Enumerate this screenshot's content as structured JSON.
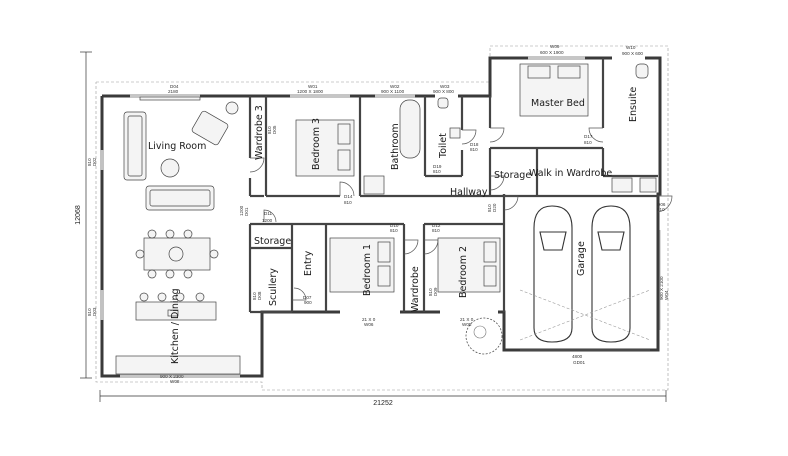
{
  "rooms": {
    "living": "Living Room",
    "kitchen": "Kitchen / Dining",
    "wardrobe3": "Wardrobe 3",
    "bedroom3": "Bedroom 3",
    "bathroom": "Bathroom",
    "toilet": "Toilet",
    "master": "Master Bed",
    "ensuite": "Ensuite",
    "storage_hall": "Storage",
    "wiw": "Walk in Wardrobe",
    "hallway": "Hallway",
    "storage": "Storage",
    "scullery": "Scullery",
    "entry": "Entry",
    "bedroom1": "Bedroom 1",
    "wardrobe_a": "Wardrobe",
    "bedroom2": "Bedroom 2",
    "garage": "Garage"
  },
  "dimensions": {
    "overall_width": "21252",
    "overall_depth": "12068",
    "garage_door_width": "4800",
    "garage_door_code": "GD01"
  },
  "tags": {
    "d04": "D04",
    "d04_size": "2180",
    "w01": "W01",
    "w01_size": "1200 X 1800",
    "w02": "W02",
    "w02_size": "900 X 1100",
    "w03": "W03",
    "w03_size": "900 X 800",
    "w09": "W09",
    "w09_size": "600 X 1900",
    "w10": "W10",
    "w10_size": "900 X 600",
    "w08": "W08",
    "w08_size": "900 X 2300",
    "w06": "W06",
    "w06_size": "21 X 0",
    "w05": "W05",
    "w05_size": "21 X 0",
    "d01": "D01",
    "d01_size": "1200",
    "d07": "D07",
    "d07_size": "900",
    "d10": "D10",
    "d10_size": "810",
    "d12": "D12",
    "d12_size": "810",
    "d14": "D14",
    "d14_size": "810",
    "d17": "D17",
    "d17_size": "810",
    "d18": "D18",
    "d18_size": "810",
    "d19": "D19",
    "d19_size": "810",
    "d20": "D20",
    "d20_size": "810",
    "d03": "D03",
    "d03_size": "810",
    "d06": "D06",
    "d06_size": "810",
    "d05": "D05",
    "d05_size": "810",
    "d02": "D02",
    "d02_size": "810",
    "d11": "D11",
    "d11_size": "1200",
    "d09": "D09",
    "d09_size": "810",
    "d08": "D08",
    "d08_size": "810",
    "w04": "W04",
    "w04_size": "900 X 2100"
  }
}
